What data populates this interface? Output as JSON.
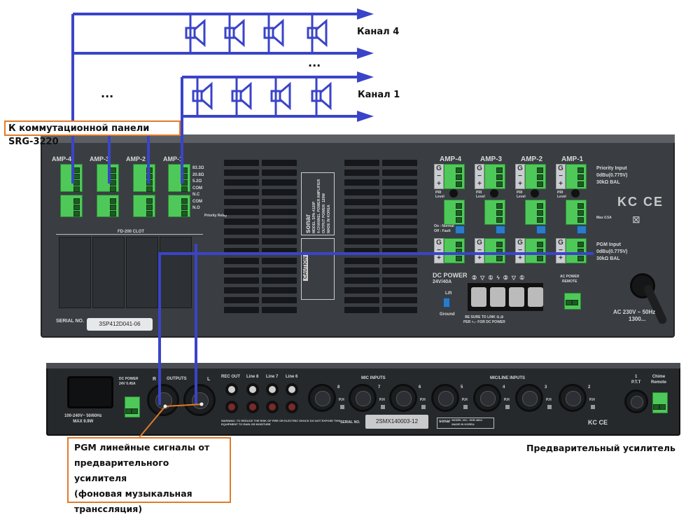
{
  "diagram": {
    "title_label": "К коммутационной панели SRG-3220",
    "channel_labels": [
      "Канал 4",
      "Канал 1"
    ],
    "ellipsis": "...",
    "pgm_note_lines": [
      "PGM линейные сигналы от",
      "предварительного усилителя",
      "(фоновая музыкальная",
      "трансcляция)"
    ],
    "preamp_label": "Предварительный усилитель",
    "colors": {
      "wire": "#3a44c8",
      "note_border": "#e07b2a",
      "terminal": "#4fc85a",
      "panel": "#3a3e42"
    }
  },
  "power_amp": {
    "left_amps": [
      "AMP-4",
      "AMP-3",
      "AMP-2",
      "AMP-1"
    ],
    "left_side_labels": [
      "83.3Ω",
      "20.8Ω",
      "5.2Ω",
      "COM",
      "N.C",
      "COM",
      "N.O"
    ],
    "priority_relay": "Priority Relay",
    "fd_slot": "FD-200 CLOT",
    "serial_label": "SERIAL NO.",
    "serial_value": "3SP412D041-06",
    "model_label": [
      "sonar",
      "MODEL SPA-4120P",
      "4-CHANNEL POWER AMPLIFIER",
      "OUTPUT POWER: 120W",
      "MADE IN KOREA"
    ],
    "caution": "CAUTION",
    "right_amps": [
      "AMP-4",
      "AMP-3",
      "AMP-2",
      "AMP-1"
    ],
    "terminal_marks": [
      "G",
      "−",
      "+"
    ],
    "pri_level": [
      "PRI",
      "Level"
    ],
    "priority_input": [
      "Priority Input",
      "0dBu(0.775V)",
      "30kΩ BAL"
    ],
    "pgm_input": [
      "PGM Input",
      "0dBu(0.775V)",
      "30kΩ BAL"
    ],
    "fault_labels": [
      "On : Normal",
      "Off : Fault"
    ],
    "max_label": "Max 0.5A",
    "dc_power": [
      "DC POWER",
      "24V/40A"
    ],
    "lift_ground": [
      "Lift",
      "Ground"
    ],
    "dc_terminal_marks": [
      "②",
      "▽",
      "①",
      "ϟ",
      "②",
      "▽",
      "①"
    ],
    "dc_note": [
      "BE SURE TO LINK ①,②",
      "PER +,− FOR DC POWER"
    ],
    "ac_remote": [
      "AC POWER",
      "REMOTE"
    ],
    "ac_rating": [
      "AC 230V ~ 50Hz",
      "1300..."
    ],
    "cert_marks": [
      "KC",
      "CE"
    ]
  },
  "preamp": {
    "ac_rating": [
      "100-240V~ 50/60Hz",
      "MAX 9.9W"
    ],
    "dc_power": [
      "DC POWER",
      "24V 0.45A"
    ],
    "outputs_label": "OUTPUTS",
    "output_channels": [
      "R",
      "L"
    ],
    "rca_labels": [
      "REC OUT",
      "Line 8",
      "Line 7",
      "Line 6"
    ],
    "warning": "WARNING: TO REDUCE THE RISK OF FIRE OR ELECTRIC SHOCK DO NOT EXPOSE THIS EQUIPMENT TO RAIN OR MOISTURE",
    "mic_inputs_label": "MIC INPUTS",
    "mic_numbers": [
      "8",
      "7",
      "6"
    ],
    "micline_label": "MIC/LINE INPUTS",
    "micline_numbers": [
      "5",
      "4",
      "3",
      "2"
    ],
    "ph_label": "P.H",
    "serial_label": "SERIAL NO.",
    "serial_value": "2SMX140003-12",
    "model_plate": [
      "sonar",
      "MODEL NO.: SSR-4804",
      "MADE IN KOREA"
    ],
    "ptt": [
      "1",
      "P.T.T"
    ],
    "chime_remote": [
      "Chime",
      "Remote"
    ]
  }
}
